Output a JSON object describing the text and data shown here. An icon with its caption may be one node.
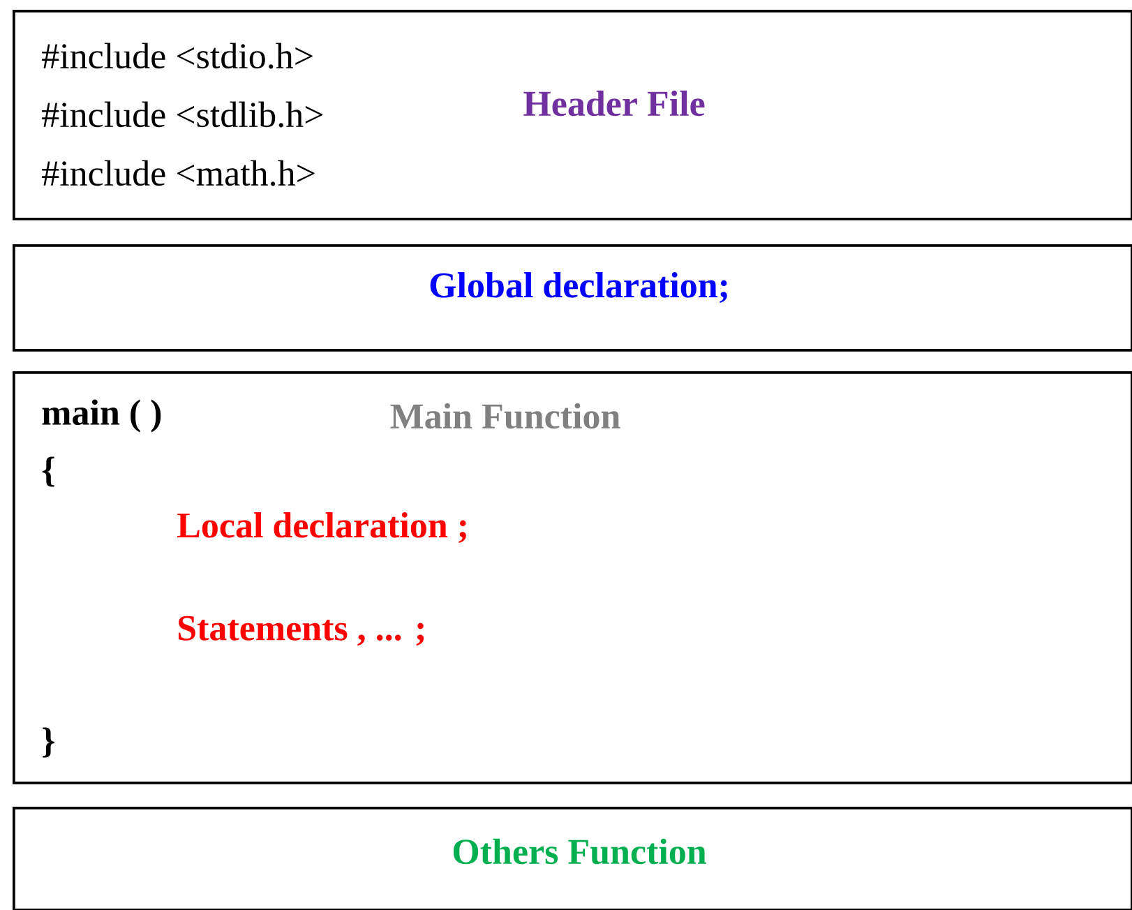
{
  "diagram": {
    "nodes": [
      {
        "text": [
          "#include <stdio.h>",
          "#include <stdlib.h>",
          "#include <math.h>",
          "Header File"
        ]
      },
      {
        "text": [
          "Global declaration;"
        ]
      },
      {
        "text": [
          "main ( )",
          "Main Function",
          "{",
          "Local declaration ;",
          "Statements , ... ;",
          "}"
        ]
      },
      {
        "text": [
          "Others Function"
        ]
      }
    ]
  }
}
